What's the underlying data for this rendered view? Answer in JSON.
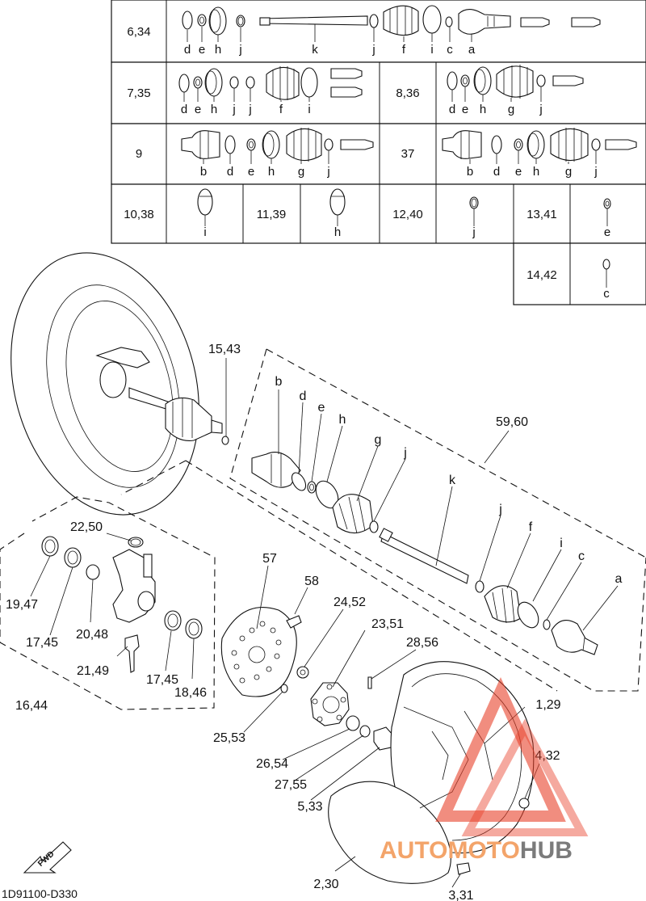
{
  "table": {
    "rows": [
      {
        "id": "r1",
        "left": "6,34",
        "letters": [
          "d",
          "e",
          "h",
          "j",
          "k",
          "j",
          "f",
          "i",
          "c",
          "a"
        ]
      },
      {
        "id": "r2",
        "left": "7,35",
        "letters": [
          "d",
          "e",
          "h",
          "j",
          "j",
          "f",
          "i"
        ],
        "right": "8,36",
        "right_letters": [
          "d",
          "e",
          "h",
          "g",
          "j"
        ]
      },
      {
        "id": "r3",
        "left": "9",
        "letters": [
          "b",
          "d",
          "e",
          "h",
          "g",
          "j"
        ],
        "right": "37",
        "right_letters": [
          "b",
          "d",
          "e",
          "h",
          "g",
          "j"
        ]
      },
      {
        "id": "r4",
        "cells": [
          {
            "num": "10,38",
            "letter": "i"
          },
          {
            "num": "11,39",
            "letter": "h"
          },
          {
            "num": "12,40",
            "letter": "j"
          },
          {
            "num": "13,41",
            "letter": "e"
          }
        ]
      },
      {
        "id": "r5",
        "cells": [
          {
            "num": "14,42",
            "letter": "c"
          }
        ]
      }
    ]
  },
  "callouts": {
    "c15_43": "15,43",
    "c59_60": "59,60",
    "b": "b",
    "d": "d",
    "e": "e",
    "h": "h",
    "g": "g",
    "j1": "j",
    "k": "k",
    "j2": "j",
    "f": "f",
    "i": "i",
    "c": "c",
    "a": "a",
    "c22_50": "22,50",
    "c57": "57",
    "c58": "58",
    "c24_52": "24,52",
    "c23_51": "23,51",
    "c28_56": "28,56",
    "c19_47": "19,47",
    "c17_45a": "17,45",
    "c20_48": "20,48",
    "c21_49": "21,49",
    "c17_45b": "17,45",
    "c18_46": "18,46",
    "c16_44": "16,44",
    "c25_53": "25,53",
    "c26_54": "26,54",
    "c27_55": "27,55",
    "c5_33": "5,33",
    "c1_29": "1,29",
    "c4_32": "4,32",
    "c2_30": "2,30",
    "c3_31": "3,31"
  },
  "fwd_label": "FWD",
  "diagram_code": "1D91100-D330",
  "watermark": {
    "auto": "AUTO",
    "moto": "MOTO",
    "hub": "HUB",
    "accent": "#e8412a",
    "orange": "#f3a46a",
    "gray": "#7b7b7b"
  }
}
